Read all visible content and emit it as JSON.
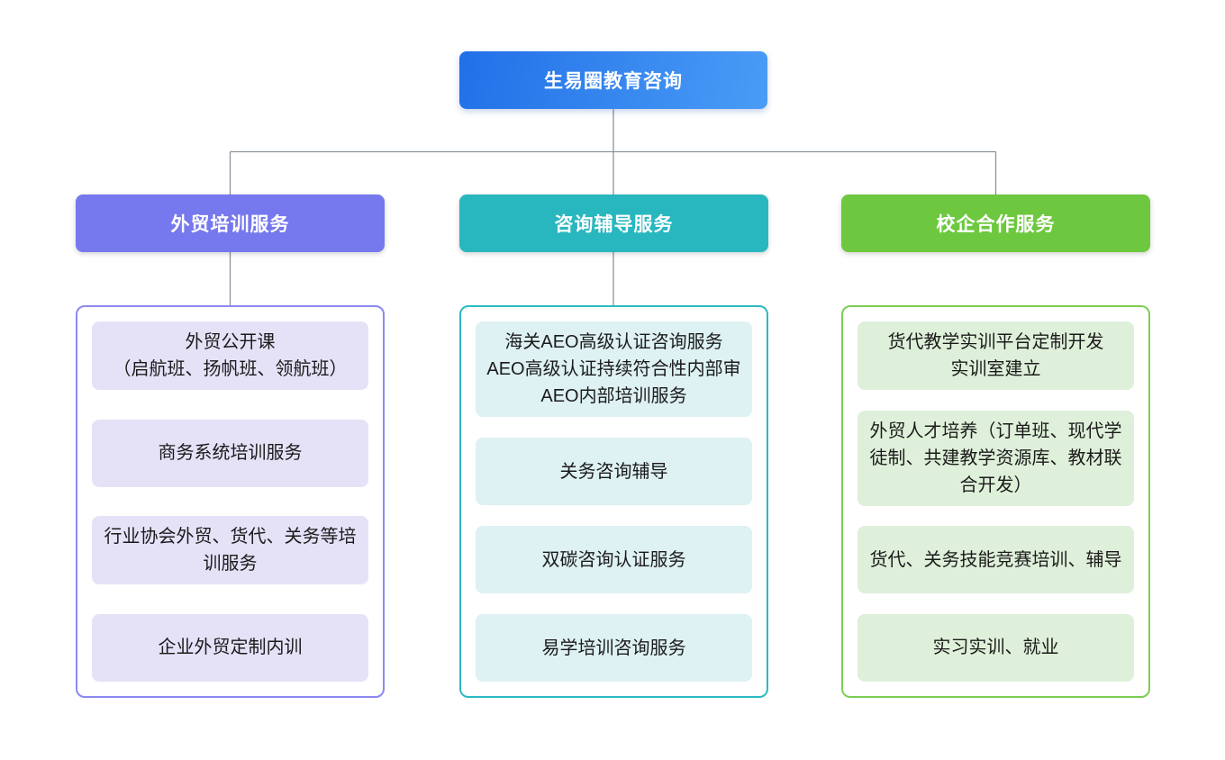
{
  "diagram": {
    "root": {
      "label": "生易圈教育咨询"
    },
    "branches": [
      {
        "label": "外贸培训服务",
        "header_color": "#7678EE",
        "border_color": "#8B89F2",
        "item_bg": "#E5E2F8",
        "items": [
          "外贸公开课\n（启航班、扬帆班、领航班）",
          "商务系统培训服务",
          "行业协会外贸、货代、关务等培训服务",
          "企业外贸定制内训"
        ]
      },
      {
        "label": "咨询辅导服务",
        "header_color": "#29B7BF",
        "border_color": "#2BBAC2",
        "item_bg": "#DEF1F3",
        "items": [
          "海关AEO高级认证咨询服务\nAEO高级认证持续符合性内部审\nAEO内部培训服务",
          "关务咨询辅导",
          "双碳咨询认证服务",
          "易学培训咨询服务"
        ]
      },
      {
        "label": "校企合作服务",
        "header_color": "#6DC83F",
        "border_color": "#7CCD55",
        "item_bg": "#DFF0DA",
        "items": [
          "货代教学实训平台定制开发\n实训室建立",
          "外贸人才培养（订单班、现代学徒制、共建教学资源库、教材联合开发）",
          "货代、关务技能竞赛培训、辅导",
          "实习实训、就业"
        ]
      }
    ],
    "colors": {
      "root_gradient_start": "#2270E8",
      "root_gradient_end": "#4A9CF6",
      "connector": "#8D939D",
      "background": "#FFFFFF",
      "header_text": "#FFFFFF",
      "item_text": "#1B1B1B"
    }
  }
}
